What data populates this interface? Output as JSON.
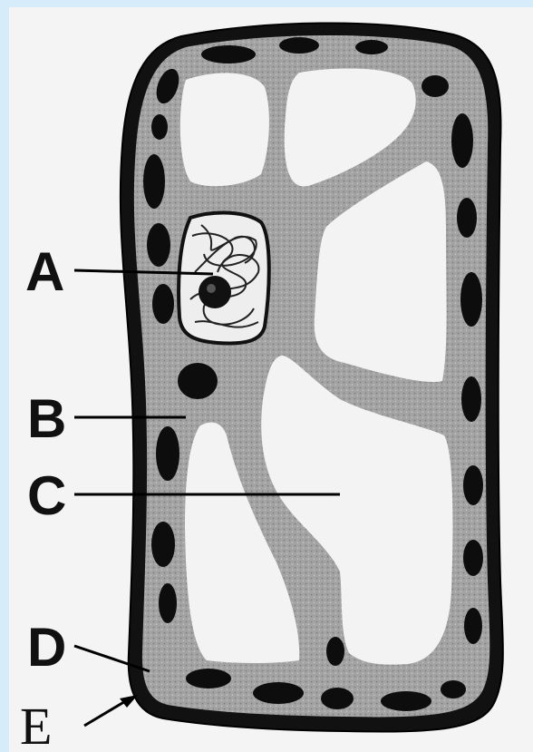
{
  "diagram": {
    "labels": {
      "a": "A",
      "b": "B",
      "c": "C",
      "d": "D",
      "e": "E"
    },
    "colors": {
      "background": "#d6ecfb",
      "cytoplasm": "#9c9c9c",
      "cell_wall": "#111111",
      "vacuole": "#f2f2f2",
      "chloroplast": "#0d0d0d"
    }
  }
}
